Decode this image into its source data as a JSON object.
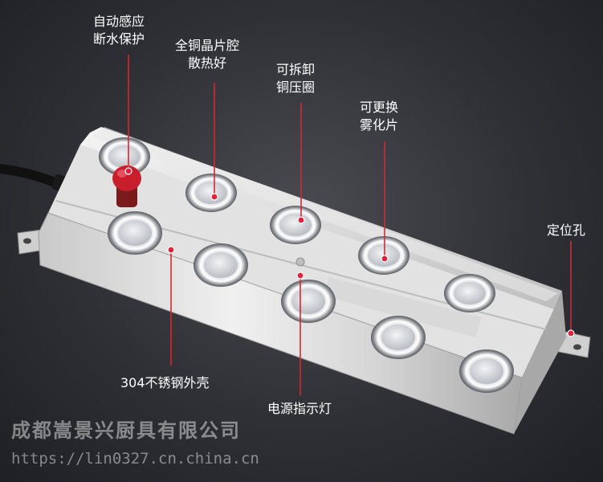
{
  "callouts": [
    {
      "id": "auto-water-cutoff",
      "lines": [
        "自动感应",
        "断水保护"
      ]
    },
    {
      "id": "copper-cavity",
      "lines": [
        "全铜晶片腔",
        "散热好"
      ]
    },
    {
      "id": "removable-ring",
      "lines": [
        "可拆卸",
        "铜压圈"
      ]
    },
    {
      "id": "replaceable-disc",
      "lines": [
        "可更换",
        "雾化片"
      ]
    },
    {
      "id": "positioning-hole",
      "lines": [
        "定位孔"
      ]
    },
    {
      "id": "stainless-shell",
      "lines": [
        "304不锈钢外壳"
      ]
    },
    {
      "id": "power-indicator",
      "lines": [
        "电源指示灯"
      ]
    }
  ],
  "watermark": {
    "company": "成都嵩景兴厨具有限公司",
    "url": "https://lin0327.cn.china.cn"
  },
  "colors": {
    "marker": "#e8213a",
    "line": "#d9262f",
    "text": "#ffffff"
  }
}
